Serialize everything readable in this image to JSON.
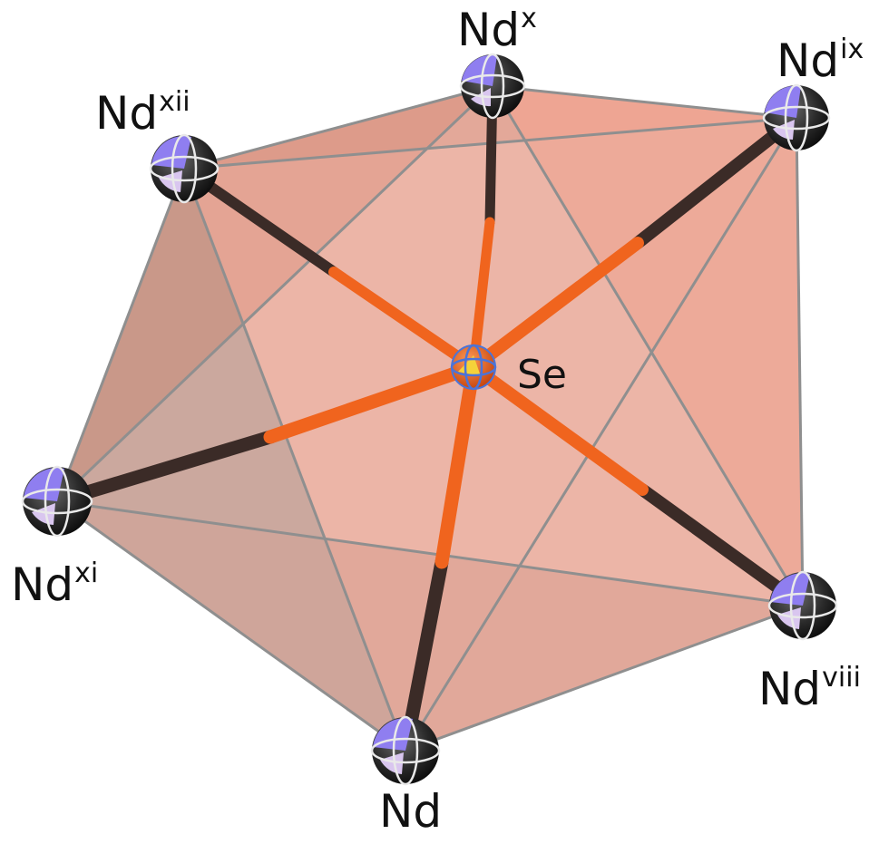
{
  "figure": {
    "center_atom": {
      "element": "Se",
      "label": "Se"
    },
    "ligand_atoms": [
      {
        "id": "Nd",
        "element": "Nd",
        "symmetry": ""
      },
      {
        "id": "Nd_viii",
        "element": "Nd",
        "symmetry": "viii"
      },
      {
        "id": "Nd_ix",
        "element": "Nd",
        "symmetry": "ix"
      },
      {
        "id": "Nd_x",
        "element": "Nd",
        "symmetry": "x"
      },
      {
        "id": "Nd_xi",
        "element": "Nd",
        "symmetry": "xi"
      },
      {
        "id": "Nd_xii",
        "element": "Nd",
        "symmetry": "xii"
      }
    ],
    "coordination_number": 6,
    "colors": {
      "selenium_bond": "#f0641e",
      "neodymium_bond": "#3b2b27",
      "polyhedron_face": "#d9826c",
      "polyhedron_edge": "#8a8a8a",
      "nd_octant": "#8f7ef0",
      "se_octant": "#f5d23a"
    }
  }
}
